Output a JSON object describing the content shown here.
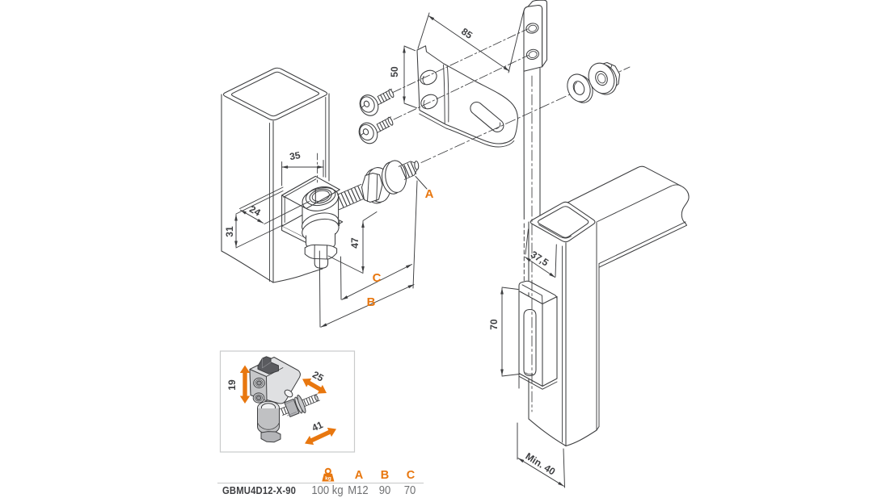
{
  "drawing": {
    "dimensions": {
      "bracket_width": "35",
      "bracket_depth": "24",
      "bracket_height": "31",
      "axis_to_bottom": "47",
      "plate_hole_spacing": "50",
      "plate_length": "85",
      "tube_width": "37,5",
      "slot_plate_height": "70",
      "min_clearance": "Min. 40",
      "label_a": "A",
      "label_b": "B",
      "label_c": "C"
    },
    "inset": {
      "adjust_vertical": "19",
      "adjust_axial": "25",
      "adjust_diagonal": "41"
    }
  },
  "table": {
    "headers": {
      "weight_icon": "kg",
      "col_a": "A",
      "col_b": "B",
      "col_c": "C"
    },
    "row": {
      "code": "GBMU4D12-X-90",
      "weight": "100 kg",
      "a": "M12",
      "b": "90",
      "c": "70"
    }
  },
  "colors": {
    "accent": "#e8770f",
    "line": "#3c3d3f",
    "value_text": "#6f7072"
  }
}
